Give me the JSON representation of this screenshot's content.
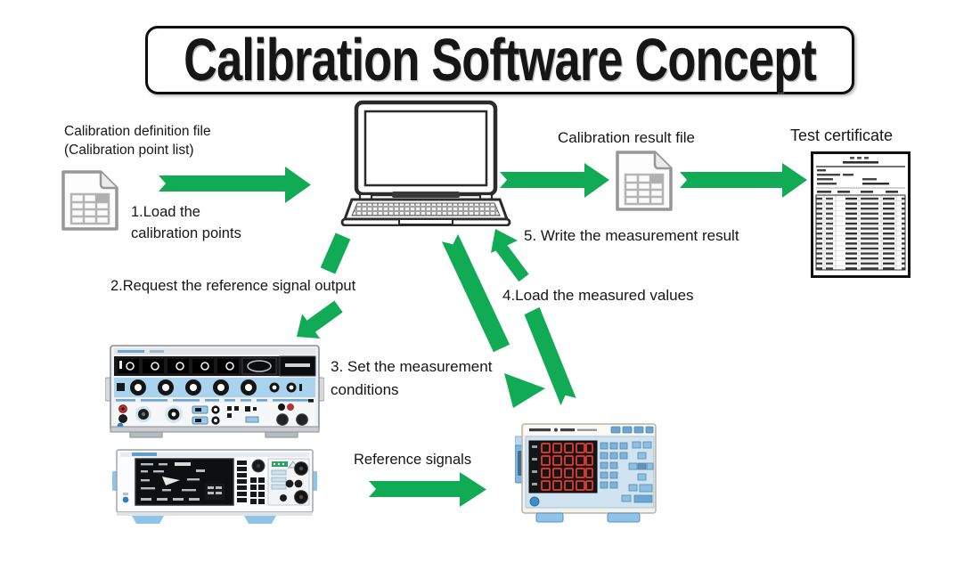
{
  "title": "Calibration Software Concept",
  "theme": {
    "arrow_green": "#12ab55",
    "text_color": "#161616",
    "instrument_blue": "#a9d3ee",
    "meter_panel_blue": "#cfe3f0",
    "display_digit_red": "#e8392c"
  },
  "definition_file": {
    "label_line1": "Calibration definition file",
    "label_line2": "(Calibration point list)"
  },
  "steps": {
    "step1_line1": "1.Load the",
    "step1_line2": "calibration points",
    "step2": "2.Request the reference signal output",
    "step3_line1": "3. Set the measurement",
    "step3_line2": "conditions",
    "step4": "4.Load the measured values",
    "step5": "5. Write the measurement result"
  },
  "result_file": {
    "label": "Calibration result file"
  },
  "certificate": {
    "label": "Test certificate"
  },
  "reference_signals_label": "Reference signals",
  "icons": {
    "definition_file": "spreadsheet-file-icon",
    "result_file": "spreadsheet-file-icon",
    "computer": "laptop-icon",
    "certificate": "test-certificate-document",
    "source_top": "calibrator-standard-instrument",
    "source_bottom": "power-calibrator-instrument",
    "measure": "power-meter-instrument",
    "flow": "green-arrow"
  }
}
